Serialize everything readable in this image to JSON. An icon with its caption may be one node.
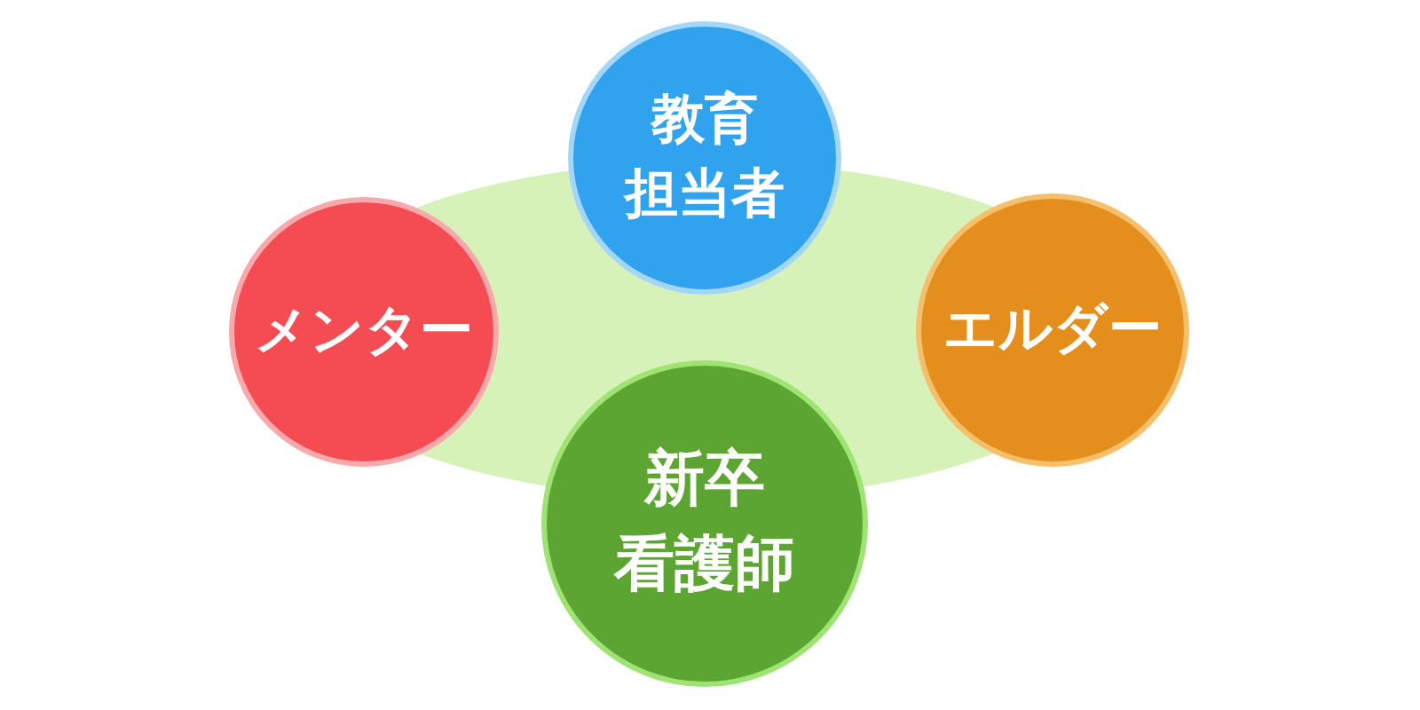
{
  "diagram": {
    "nodes": [
      {
        "text": [
          "教育担当者"
        ]
      },
      {
        "text": [
          "メンター"
        ]
      },
      {
        "text": [
          "エルダー"
        ]
      },
      {
        "text": [
          "新卒看護師"
        ]
      }
    ]
  }
}
